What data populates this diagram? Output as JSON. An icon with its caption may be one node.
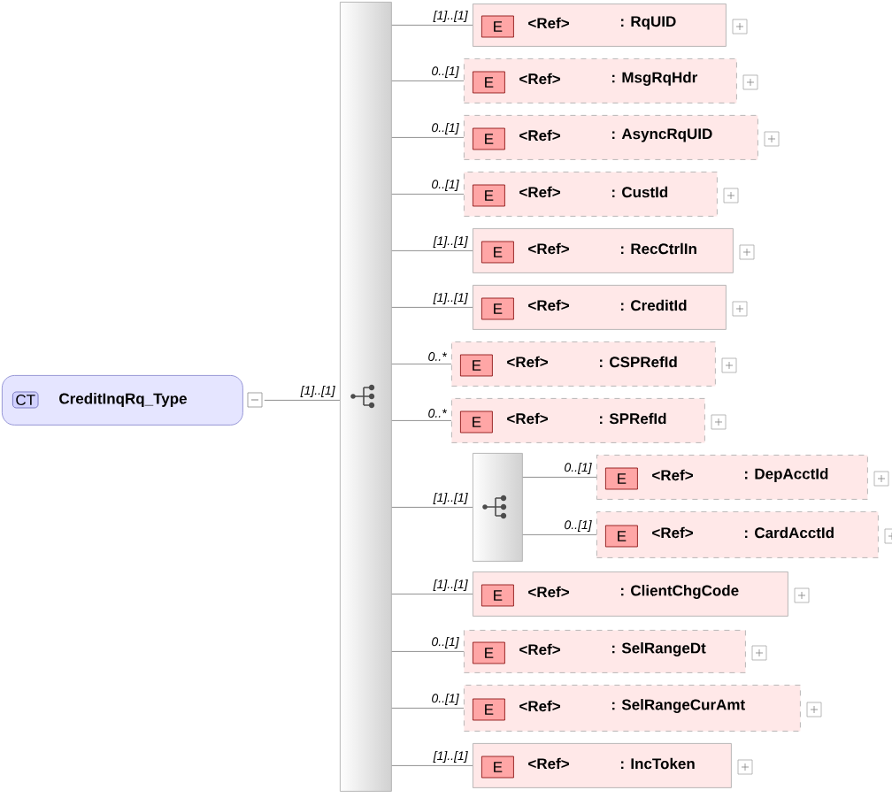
{
  "diagram": {
    "nodes": [
      {
        "text": [
          "CT",
          "CreditInqRq_Type"
        ]
      },
      {
        "text": [],
        "shape": "box"
      },
      {
        "text": [
          "E",
          "<Ref>",
          ": RqUID"
        ]
      },
      {
        "text": [
          "E",
          "<Ref>",
          ": MsgRqHdr"
        ]
      },
      {
        "text": [
          "E",
          "<Ref>",
          ": AsyncRqUID"
        ]
      },
      {
        "text": [
          "E",
          "<Ref>",
          ": CustId"
        ]
      },
      {
        "text": [
          "E",
          "<Ref>",
          ": RecCtrlIn"
        ]
      },
      {
        "text": [
          "E",
          "<Ref>",
          ": CreditId"
        ]
      },
      {
        "text": [
          "E",
          "<Ref>",
          ": CSPRefId"
        ]
      },
      {
        "text": [
          "E",
          "<Ref>",
          ": SPRefId"
        ]
      },
      {
        "text": [],
        "shape": "box"
      },
      {
        "text": [
          "E",
          "<Ref>",
          ": DepAcctId"
        ]
      },
      {
        "text": [
          "E",
          "<Ref>",
          ": CardAcctId"
        ]
      },
      {
        "text": [
          "E",
          "<Ref>",
          ": ClientChgCode"
        ]
      },
      {
        "text": [
          "E",
          "<Ref>",
          ": SelRangeDt"
        ]
      },
      {
        "text": [
          "E",
          "<Ref>",
          ": SelRangeCurAmt"
        ]
      },
      {
        "text": [
          "E",
          "<Ref>",
          ": IncToken"
        ]
      }
    ],
    "edges": [
      {
        "from": 0,
        "to": 1,
        "arrow": "none",
        "label": "[1]..[1]"
      },
      {
        "from": 1,
        "to": 2,
        "arrow": "none",
        "label": "[1]..[1]"
      },
      {
        "from": 1,
        "to": 3,
        "arrow": "none",
        "label": "0..[1]"
      },
      {
        "from": 1,
        "to": 4,
        "arrow": "none",
        "label": "0..[1]"
      },
      {
        "from": 1,
        "to": 5,
        "arrow": "none",
        "label": "0..[1]"
      },
      {
        "from": 1,
        "to": 6,
        "arrow": "none",
        "label": "[1]..[1]"
      },
      {
        "from": 1,
        "to": 7,
        "arrow": "none",
        "label": "[1]..[1]"
      },
      {
        "from": 1,
        "to": 8,
        "arrow": "none",
        "label": "0..*"
      },
      {
        "from": 1,
        "to": 9,
        "arrow": "none",
        "label": "0..*"
      },
      {
        "from": 1,
        "to": 10,
        "arrow": "none",
        "label": "[1]..[1]"
      },
      {
        "from": 10,
        "to": 11,
        "arrow": "none",
        "label": "0..[1]"
      },
      {
        "from": 10,
        "to": 12,
        "arrow": "none",
        "label": "0..[1]"
      },
      {
        "from": 1,
        "to": 13,
        "arrow": "none",
        "label": "[1]..[1]"
      },
      {
        "from": 1,
        "to": 14,
        "arrow": "none",
        "label": "0..[1]"
      },
      {
        "from": 1,
        "to": 15,
        "arrow": "none",
        "label": "0..[1]"
      },
      {
        "from": 1,
        "to": 16,
        "arrow": "none",
        "label": "[1]..[1]"
      }
    ]
  }
}
